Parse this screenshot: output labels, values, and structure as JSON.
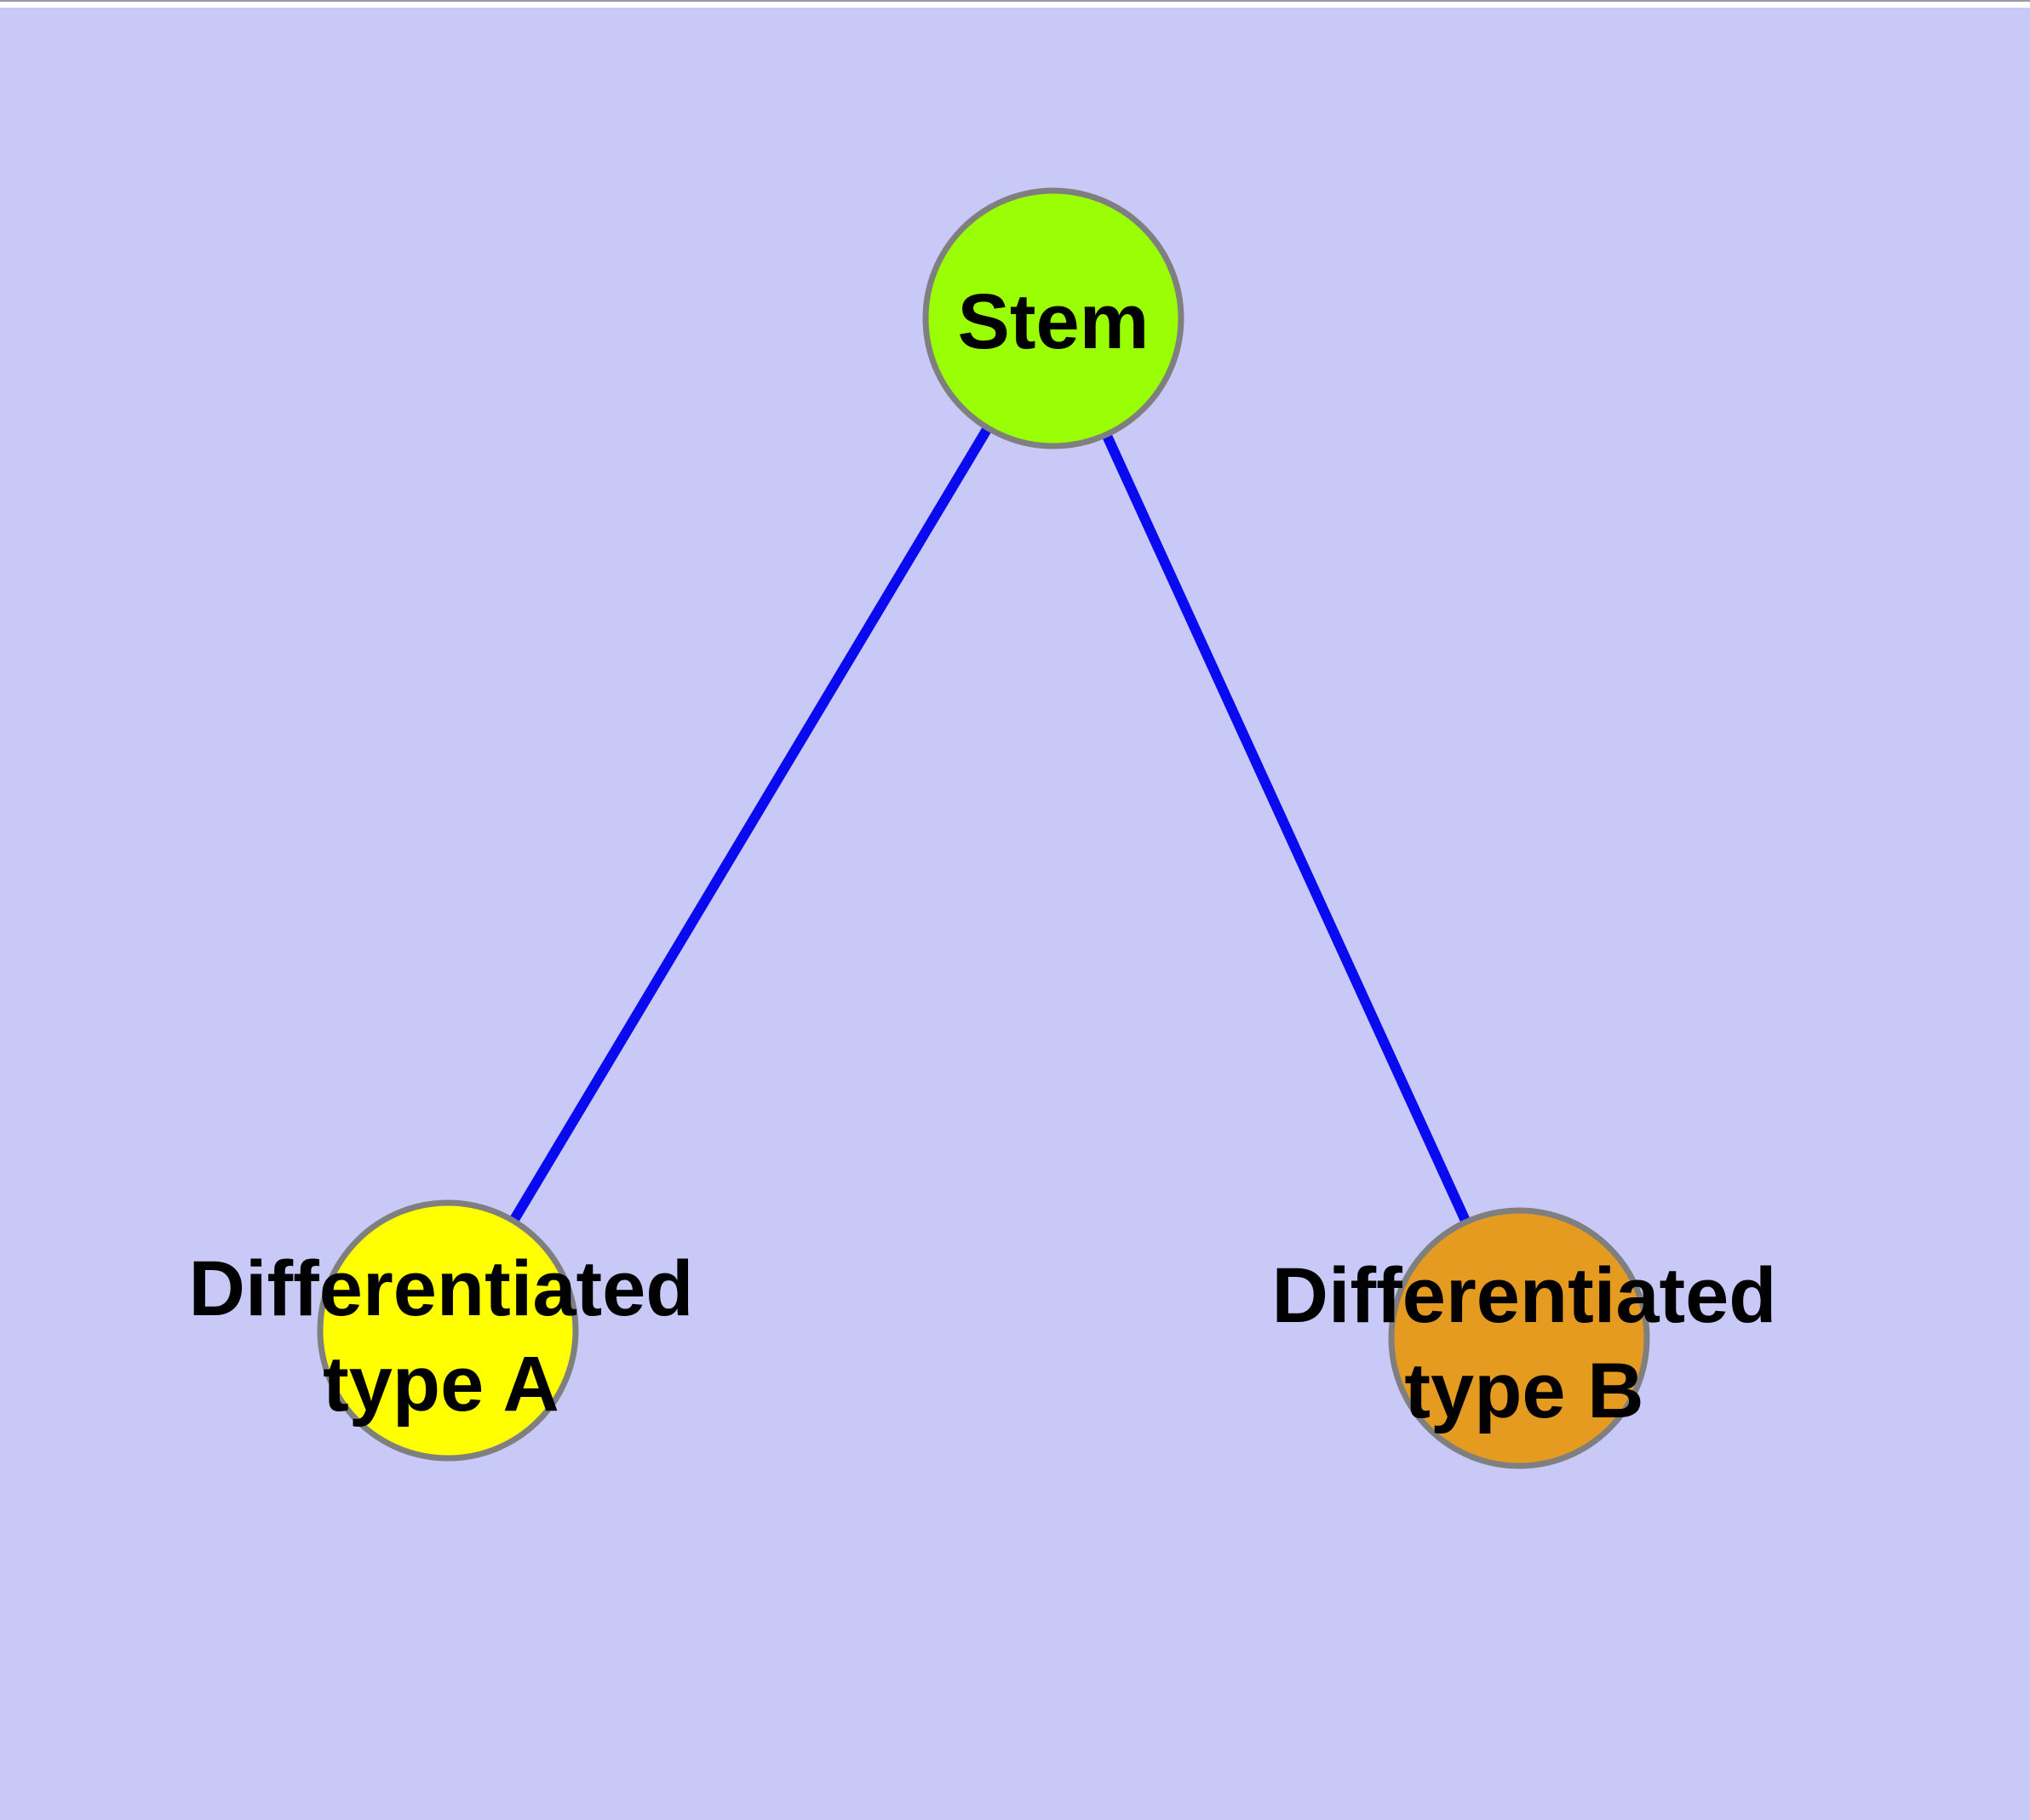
{
  "canvas": {
    "background_color": "#c9c9f8",
    "top_margin_color": "#ffffff",
    "top_hairline_color": "#9898a8"
  },
  "diagram": {
    "type": "node-link-graph",
    "edge_color": "#0a0af0",
    "node_border_color": "#7f7f7f",
    "label_color": "#000000",
    "nodes": {
      "stem": {
        "label": "Stem",
        "fill": "#9afe05"
      },
      "typeA": {
        "lines": [
          "Differentiated",
          "type A"
        ],
        "fill": "#ffff00"
      },
      "typeB": {
        "lines": [
          "Differentiated",
          "type B"
        ],
        "fill": "#e59b20"
      }
    },
    "edges": [
      {
        "from": "stem",
        "to": "typeA"
      },
      {
        "from": "stem",
        "to": "typeB"
      }
    ]
  }
}
